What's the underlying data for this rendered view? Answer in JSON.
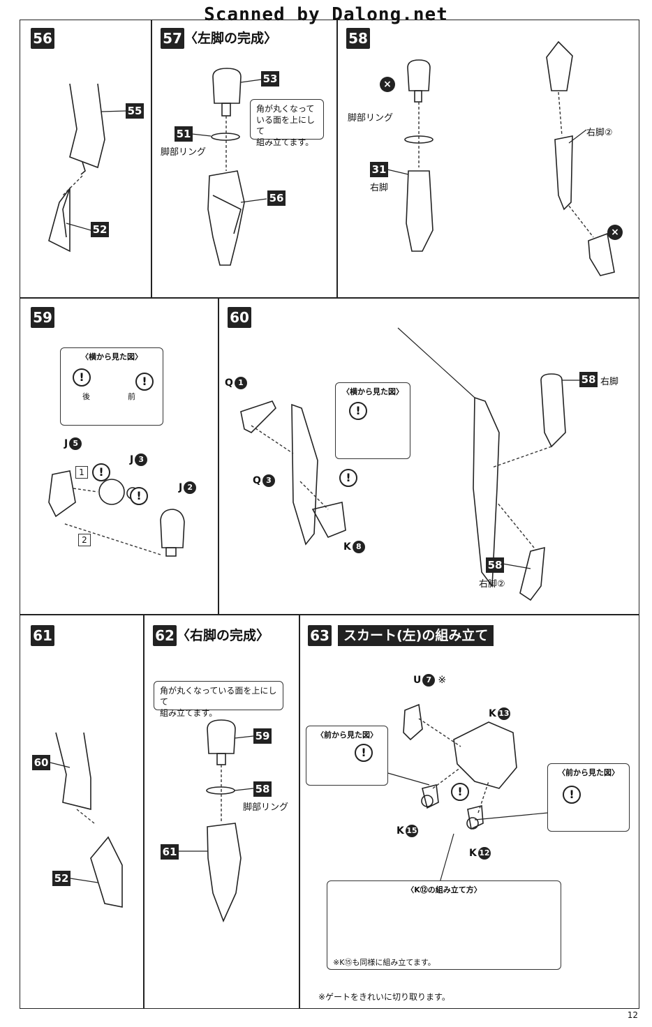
{
  "watermark": "Scanned by Dalong.net",
  "page_number": "12",
  "steps": {
    "s56": {
      "num": "56",
      "parts": {
        "p55": "55",
        "p52": "52"
      }
    },
    "s57": {
      "num": "57",
      "title": "〈左脚の完成〉",
      "parts": {
        "p53": "53",
        "p51": "51",
        "p56": "56"
      },
      "labels": {
        "ring": "脚部リング"
      },
      "note": "角が丸くなって\nいる面を上にして\n組み立てます。"
    },
    "s58": {
      "num": "58",
      "parts": {
        "p31": "31"
      },
      "labels": {
        "ring": "脚部リング",
        "right_leg": "右脚",
        "right_leg2": "右脚②"
      }
    },
    "s59": {
      "num": "59",
      "side_view": "〈横から見た図〉",
      "back": "後",
      "front": "前",
      "parts": {
        "j5": "J",
        "j5n": "5",
        "j3": "J",
        "j3n": "3",
        "j2": "J",
        "j2n": "2"
      },
      "sq1": "1",
      "sq2": "2"
    },
    "s60": {
      "num": "60",
      "side_view": "〈横から見た図〉",
      "parts": {
        "q1": "Q",
        "q1n": "1",
        "q3": "Q",
        "q3n": "3",
        "k8": "K",
        "k8n": "8",
        "p58a": "58",
        "p58b": "58"
      },
      "labels": {
        "right_leg": "右脚",
        "right_leg2": "右脚②"
      }
    },
    "s61": {
      "num": "61",
      "parts": {
        "p60": "60",
        "p52": "52"
      }
    },
    "s62": {
      "num": "62",
      "title": "〈右脚の完成〉",
      "note": "角が丸くなっている面を上にして\n組み立てます。",
      "parts": {
        "p59": "59",
        "p58": "58",
        "p61": "61"
      },
      "labels": {
        "ring": "脚部リング"
      }
    },
    "s63": {
      "num": "63",
      "title": "スカート(左)の組み立て",
      "front_view1": "〈前から見た図〉",
      "front_view2": "〈前から見た図〉",
      "parts": {
        "u7": "U",
        "u7n": "7",
        "k13": "K",
        "k13n": "13",
        "k15": "K",
        "k15n": "15",
        "k12": "K",
        "k12n": "12"
      },
      "asterisk": "※",
      "k12box": {
        "title": "〈K⑫の組み立て方〉",
        "note": "※K⑮も同様に組み立てます。"
      },
      "footnote": "※ゲートをきれいに切り取ります。"
    }
  },
  "colors": {
    "ink": "#222222",
    "paper": "#ffffff",
    "arrow_dark": "#333333"
  }
}
